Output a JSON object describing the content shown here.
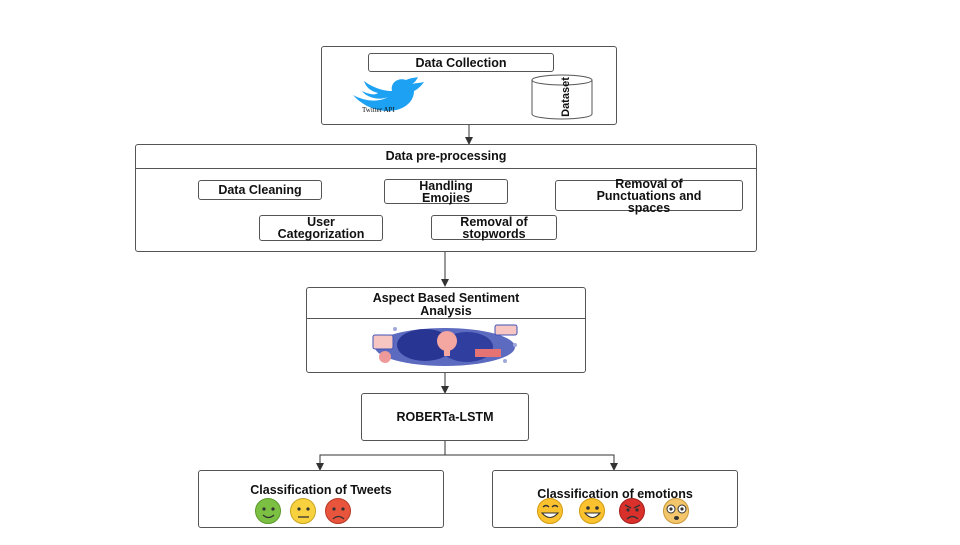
{
  "data_collection": {
    "title": "Data Collection",
    "source_label": "Twitter API",
    "dataset_label": "Dataset"
  },
  "preprocessing": {
    "title": "Data pre-processing",
    "steps": [
      "Data Cleaning",
      "Handling Emojies",
      "Removal of Punctuations and spaces",
      "User Categorization",
      "Removal of stopwords"
    ]
  },
  "absa": {
    "title": "Aspect Based  Sentiment Analysis"
  },
  "model": {
    "title": "ROBERTa-LSTM"
  },
  "classification_tweets": {
    "title": "Classification of Tweets",
    "icons": [
      "happy-face-icon",
      "neutral-face-icon",
      "sad-face-icon"
    ]
  },
  "classification_emotions": {
    "title": "Classification of emotions",
    "icons": [
      "grinning-face-icon",
      "smiling-face-icon",
      "angry-face-icon",
      "surprised-face-icon"
    ]
  },
  "colors": {
    "border": "#555555",
    "twitter_blue": "#1DA1F2",
    "positive": "#7BC043",
    "neutral": "#F7D23E",
    "negative": "#E8543C",
    "emoji_yellow": "#F9C22E",
    "angry_red": "#D9302B"
  }
}
